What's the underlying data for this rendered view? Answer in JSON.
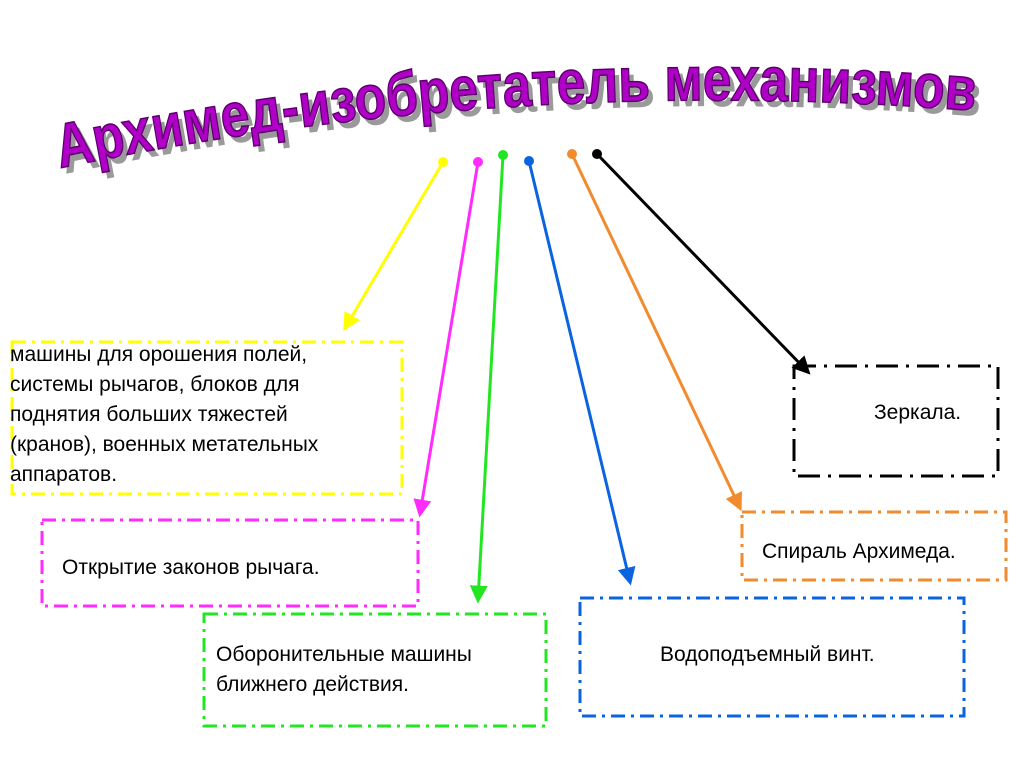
{
  "title": "Архимед-изобретатель механизмов",
  "colors": {
    "title_fill": "#b000c8",
    "title_shadow": "#9a9a9a",
    "yellow": "#ffff00",
    "magenta": "#ff2bff",
    "green": "#22e622",
    "blue": "#0a64e0",
    "orange": "#f28a2e",
    "black": "#000000"
  },
  "nodes": [
    {
      "id": "machines",
      "lines": [
        "машины для орошения полей,",
        "системы рычагов, блоков для",
        "поднятия больших тяжестей",
        "(кранов), военных метательных",
        "аппаратов."
      ],
      "color": "yellow"
    },
    {
      "id": "lever",
      "lines": [
        "Открытие законов рычага."
      ],
      "color": "magenta"
    },
    {
      "id": "defense",
      "lines": [
        "Оборонительные машины",
        "ближнего действия."
      ],
      "color": "green"
    },
    {
      "id": "screw",
      "lines": [
        "Водоподъемный винт."
      ],
      "color": "blue"
    },
    {
      "id": "spiral",
      "lines": [
        "Спираль Архимеда."
      ],
      "color": "orange"
    },
    {
      "id": "mirrors",
      "lines": [
        "Зеркала."
      ],
      "color": "black"
    }
  ]
}
